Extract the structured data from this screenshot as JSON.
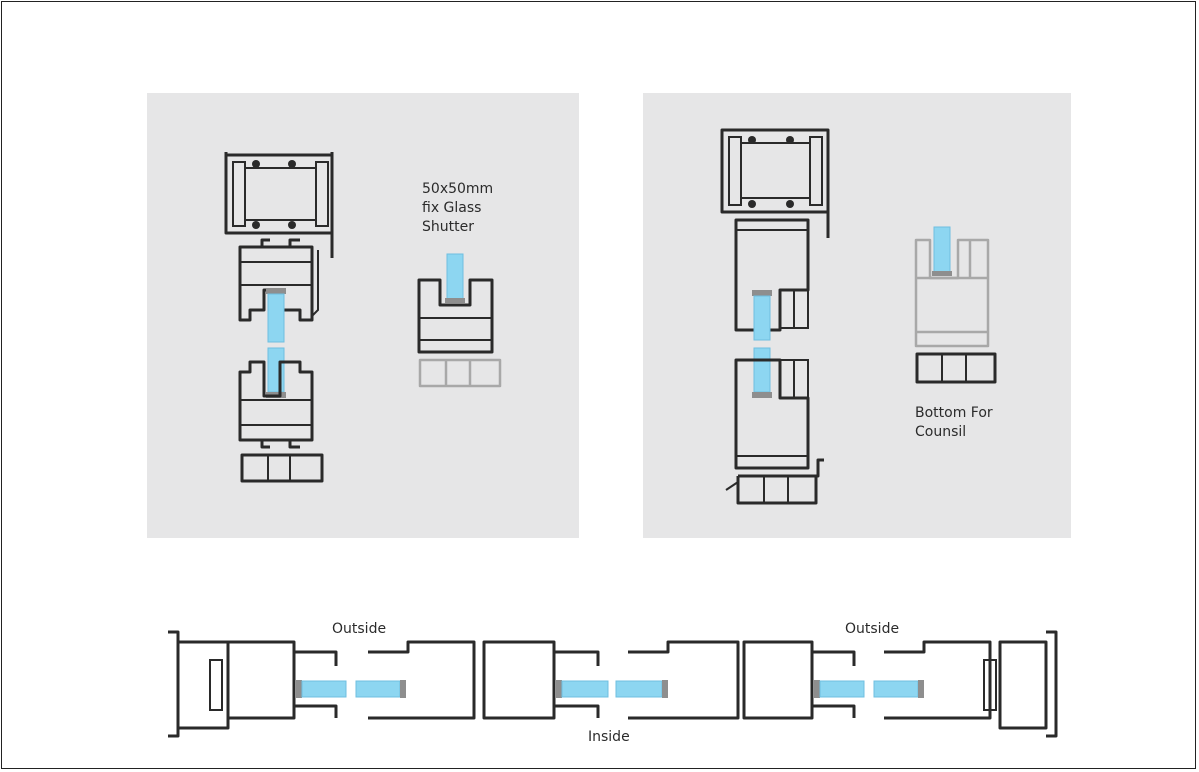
{
  "labels": {
    "fix_glass_shutter": [
      "50x50mm",
      "fix Glass",
      "Shutter"
    ],
    "bottom_for_counsil": [
      "Bottom For",
      "Counsil"
    ],
    "outside_left": "Outside",
    "outside_right": "Outside",
    "inside": "Inside"
  },
  "colors": {
    "panel_background": "#e6e6e7",
    "profile_stroke": "#2a2a2a",
    "ghost_profile_stroke": "#a8a8a8",
    "glass_fill": "#8dd6f1",
    "gasket_fill": "#8e8e8e"
  }
}
